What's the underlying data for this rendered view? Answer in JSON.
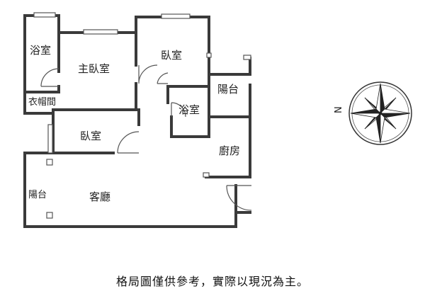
{
  "floor_plan": {
    "rooms": {
      "bath_master": "浴室",
      "master_bedroom": "主臥室",
      "closet": "衣帽間",
      "bedroom_top": "臥室",
      "bath_center": "浴室",
      "balcony_right": "陽台",
      "bedroom_left": "臥室",
      "kitchen": "廚房",
      "balcony_left": "陽台",
      "living_room": "客廳"
    },
    "compass": {
      "north_label": "N"
    }
  },
  "caption": "格局圖僅供參考，實際以現況為主。"
}
